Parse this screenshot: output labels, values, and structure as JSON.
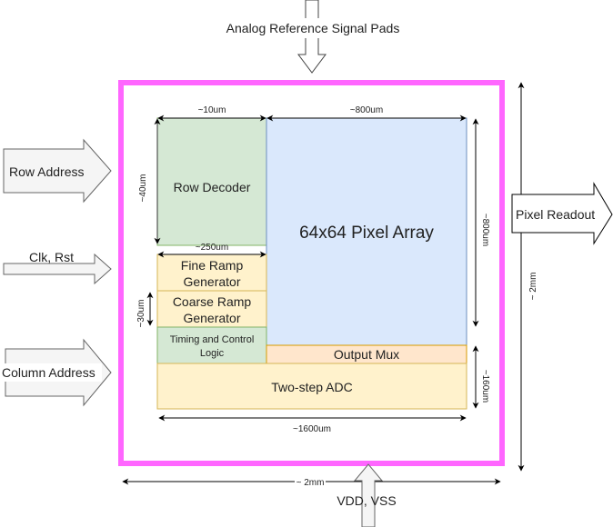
{
  "top_signal": "Analog Reference Signal Pads",
  "inputs": {
    "row_address": "Row Address",
    "clk_rst": "Clk, Rst",
    "column_address": "Column Address"
  },
  "output": "Pixel Readout",
  "power": "VDD, VSS",
  "blocks": {
    "row_decoder": "Row Decoder",
    "pixel_array": "64x64 Pixel Array",
    "fine_ramp": "Fine Ramp Generator",
    "fine_ramp_l1": "Fine Ramp",
    "fine_ramp_l2": "Generator",
    "coarse_ramp_l1": "Coarse Ramp",
    "coarse_ramp_l2": "Generator",
    "timing_l1": "Timing and Control",
    "timing_l2": "Logic",
    "output_mux": "Output Mux",
    "adc": "Two-step ADC"
  },
  "dimensions": {
    "row_decoder_width": "~10um",
    "pixel_array_width": "~800um",
    "row_decoder_height": "~40um",
    "ramp_width": "~250um",
    "pixel_array_height": "~800um",
    "coarse_ramp_height": "~30um",
    "adc_height": "~160um",
    "core_width": "~1600um",
    "chip_height": "~ 2mm",
    "chip_width": "~ 2mm"
  },
  "colors": {
    "chip_border": "#ff66ff",
    "green_fill": "#d5e8d4",
    "green_stroke": "#82b366",
    "blue_fill": "#dae8fc",
    "blue_stroke": "#6c8ebf",
    "yellow_fill": "#fff2cc",
    "yellow_stroke": "#d6b656",
    "orange_fill": "#ffe6cc",
    "orange_stroke": "#d79b00",
    "arrow_fill": "#f5f5f5",
    "arrow_stroke": "#666666"
  }
}
